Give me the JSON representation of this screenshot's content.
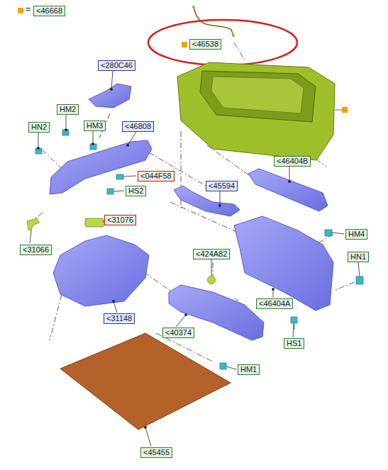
{
  "diagram": {
    "labels": [
      "=",
      "<46668",
      "<46538",
      "<280C46",
      "HM2",
      "HM3",
      "<46808",
      "HN2",
      "<044F58",
      "HS2",
      "<45594",
      "<46404B",
      "<31076",
      "<31066",
      "HM4",
      "HN1",
      "<424A82",
      "<46404A",
      "<31148",
      "<40374",
      "HS1",
      "HM1",
      "<45455"
    ]
  }
}
